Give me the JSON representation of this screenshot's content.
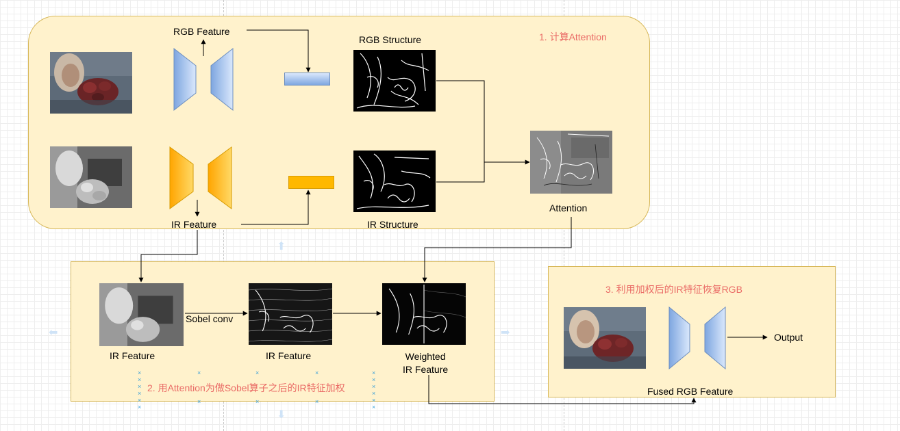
{
  "stage1": {
    "title": "1. 计算Attention",
    "rgb_feature": "RGB Feature",
    "ir_feature": "IR Feature",
    "rgb_structure": "RGB Structure",
    "ir_structure": "IR Structure",
    "attention": "Attention"
  },
  "stage2": {
    "title": "2. 用Attention为做Sobel算子之后的IR特征加权",
    "sobel_conv": "Sobel conv",
    "ir_feature_input": "IR Feature",
    "ir_feature_sobel": "IR Feature",
    "weighted_line1": "Weighted",
    "weighted_line2": "IR Feature"
  },
  "stage3": {
    "title": "3. 利用加权后的IR特征恢复RGB",
    "output": "Output",
    "fused_rgb_feature": "Fused RGB Feature"
  },
  "colors": {
    "panel_fill": "#fff2cc",
    "panel_border": "#d6b656",
    "title_red": "#ea6b66",
    "rgb_blue": "#a9c4eb",
    "ir_orange": "#ffb800"
  }
}
